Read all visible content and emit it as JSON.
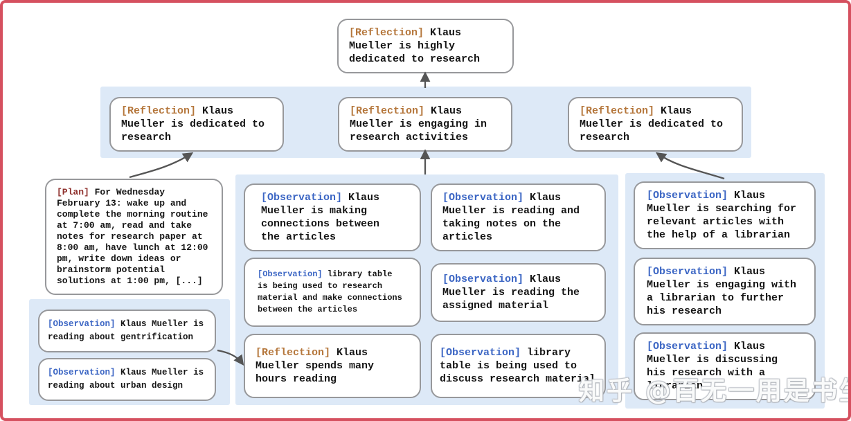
{
  "colors": {
    "frame_border": "#d5505f",
    "panel_background": "#dde9f7",
    "box_border": "#97989b",
    "reflection_label": "#b5773c",
    "observation_label": "#3c66c4",
    "plan_label": "#8e2f2b",
    "arrow": "#555555",
    "body_text": "#161616"
  },
  "nodes": {
    "root": {
      "type": "reflection",
      "label": "[Reflection]",
      "text": "Klaus Mueller is highly dedicated to research"
    },
    "band": [
      {
        "type": "reflection",
        "label": "[Reflection]",
        "text": "Klaus Mueller is dedicated to research"
      },
      {
        "type": "reflection",
        "label": "[Reflection]",
        "text": "Klaus Mueller is engaging in research activities"
      },
      {
        "type": "reflection",
        "label": "[Reflection]",
        "text": "Klaus Mueller is dedicated to research"
      }
    ],
    "plan": {
      "type": "plan",
      "label": "[Plan]",
      "text": "For Wednesday February 13: wake up and complete the morning routine at 7:00 am, read and take notes for research paper at 8:00 am, have lunch at 12:00 pm, write down ideas or brainstorm potential solutions at 1:00 pm, [...]"
    },
    "left_panel": [
      {
        "type": "observation",
        "label": "[Observation]",
        "text": "Klaus Mueller is reading about gentrification"
      },
      {
        "type": "observation",
        "label": "[Observation]",
        "text": "Klaus Mueller is reading about urban design"
      }
    ],
    "mid_col1": [
      {
        "type": "observation",
        "label": "[Observation]",
        "text": "Klaus Mueller is making connections between the articles"
      },
      {
        "type": "observation",
        "label": "[Observation]",
        "text": "library table is being used to research material and make connections between the articles"
      },
      {
        "type": "reflection",
        "label": "[Reflection]",
        "text": "Klaus Mueller spends many hours reading"
      }
    ],
    "mid_col2": [
      {
        "type": "observation",
        "label": "[Observation]",
        "text": "Klaus Mueller is reading and taking notes on the articles"
      },
      {
        "type": "observation",
        "label": "[Observation]",
        "text": "Klaus Mueller is reading the assigned material"
      },
      {
        "type": "observation",
        "label": "[Observation]",
        "text": "library table is being used to discuss research material"
      }
    ],
    "right_panel": [
      {
        "type": "observation",
        "label": "[Observation]",
        "text": "Klaus Mueller is searching for relevant articles with the help of a librarian"
      },
      {
        "type": "observation",
        "label": "[Observation]",
        "text": "Klaus Mueller is engaging with a librarian to further his research"
      },
      {
        "type": "observation",
        "label": "[Observation]",
        "text": "Klaus Mueller is discussing his research with a librarian"
      }
    ]
  },
  "watermark": "知乎 @百无一用是书生"
}
